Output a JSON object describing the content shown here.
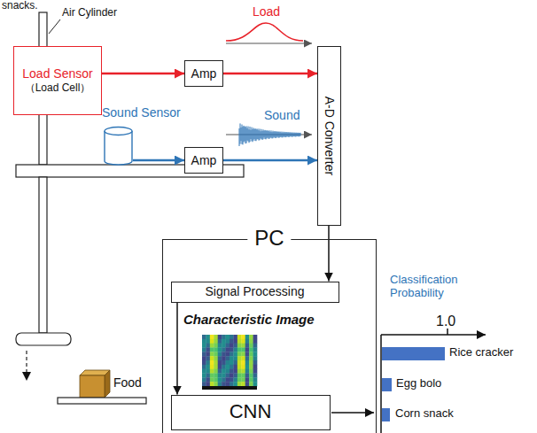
{
  "diagram": {
    "nodes": [
      {
        "text": [
          "Load Sensor",
          "（Load Cell）"
        ]
      },
      {
        "text": [
          "Amp"
        ]
      },
      {
        "text": [
          "Sound Sensor"
        ]
      },
      {
        "text": [
          "Amp"
        ]
      },
      {
        "text": [
          "A-D Converter"
        ]
      },
      {
        "text": [
          "PC"
        ]
      },
      {
        "text": [
          "Signal Processing"
        ],
        "in": 5
      },
      {
        "text": [
          "CNN"
        ],
        "in": 5
      }
    ],
    "edges": [
      {
        "from": 0,
        "to": 1,
        "arrow": "to"
      },
      {
        "from": 1,
        "to": 4,
        "arrow": "to"
      },
      {
        "from": 2,
        "to": 3,
        "arrow": "to"
      },
      {
        "from": 3,
        "to": 4,
        "arrow": "to"
      },
      {
        "from": 4,
        "to": 6,
        "arrow": "to"
      },
      {
        "from": 6,
        "to": 7,
        "arrow": "to"
      }
    ],
    "labels": [
      "snacks.",
      "Air Cylinder",
      "Load",
      "Sound",
      "Characteristic Image",
      "Classification Probability",
      "1.0",
      "Rice cracker",
      "Egg bolo",
      "Corn snack",
      "Food"
    ]
  }
}
